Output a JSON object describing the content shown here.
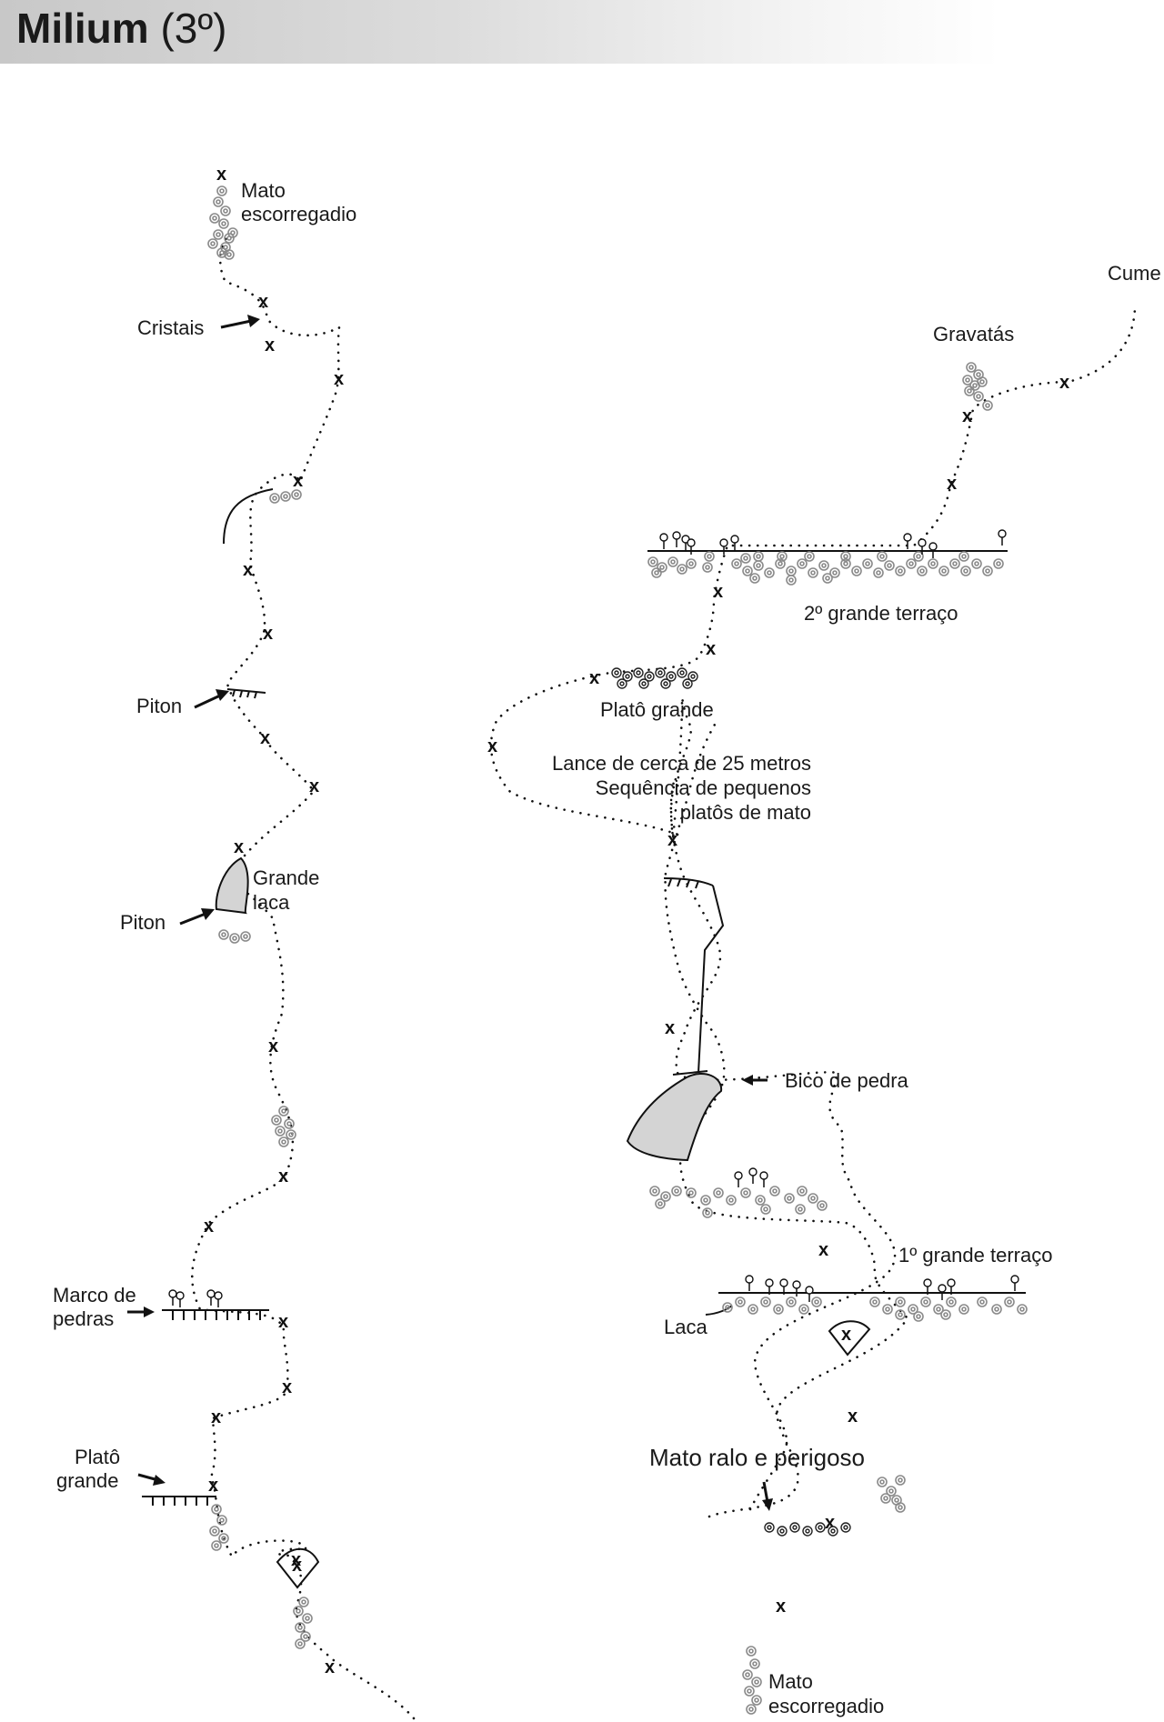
{
  "header": {
    "route_name": "Milium",
    "grade": "(3º)"
  },
  "labels": {
    "left": {
      "mato_1": "Mato",
      "mato_2": "escorregadio",
      "cristais": "Cristais",
      "piton_1": "Piton",
      "grande_laca_1": "Grande",
      "grande_laca_2": "laca",
      "piton_2": "Piton",
      "marco_1": "Marco de",
      "marco_2": "pedras",
      "plato_1": "Platô",
      "plato_2": "grande"
    },
    "right": {
      "cume": "Cume",
      "gravatas": "Gravatás",
      "segundo_terraco": "2º grande terraço",
      "plato_grande": "Platô grande",
      "lance_1": "Lance de cerca de 25 metros",
      "lance_2": "Sequência de pequenos",
      "lance_3": "platôs de mato",
      "bico": "Bico de pedra",
      "primeiro_terraco": "1º grande terraço",
      "laca": "Laca",
      "mato_ralo": "Mato ralo e perigoso",
      "mato_1": "Mato",
      "mato_2": "escorregadio"
    }
  },
  "bolt_mark": "x",
  "colors": {
    "ink": "#111111",
    "rock_fill": "#d4d4d4",
    "vegetation": "#8a8a8a",
    "header_gradient_start": "#c8c8c8"
  },
  "icon_names": [
    "bolt-x-icon",
    "arrow-icon",
    "bush-icon",
    "plant-icon",
    "anchor-icon",
    "piton-icon",
    "rock-flake-icon"
  ]
}
